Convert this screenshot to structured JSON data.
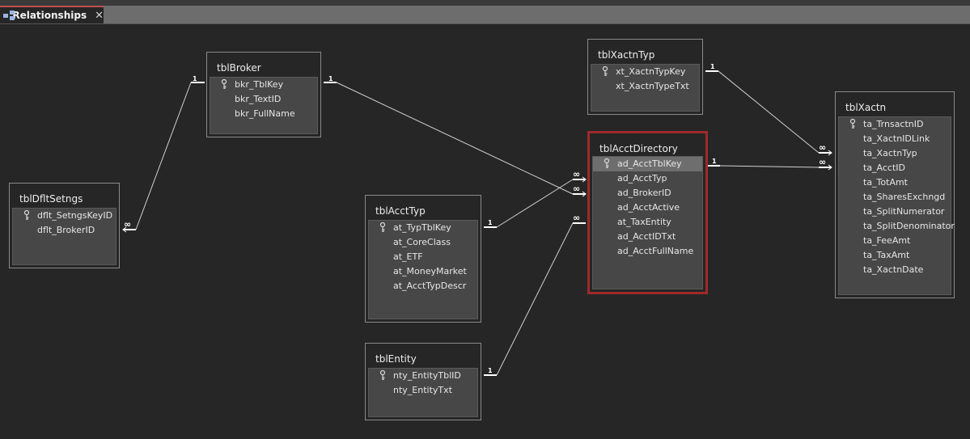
{
  "window": {
    "tab_label": "Relationships",
    "close_glyph": "✕",
    "tab_icon": "relationships-icon"
  },
  "tables": {
    "tblBroker": {
      "title": "tblBroker",
      "fields": [
        "bkr_TblKey",
        "bkr_TextID",
        "bkr_FullName"
      ]
    },
    "tblDfltSetngs": {
      "title": "tblDfltSetngs",
      "fields": [
        "dflt_SetngsKeyID",
        "dflt_BrokerID"
      ]
    },
    "tblAcctTyp": {
      "title": "tblAcctTyp",
      "fields": [
        "at_TypTblKey",
        "at_CoreClass",
        "at_ETF",
        "at_MoneyMarket",
        "at_AcctTypDescr"
      ]
    },
    "tblEntity": {
      "title": "tblEntity",
      "fields": [
        "nty_EntityTblID",
        "nty_EntityTxt"
      ]
    },
    "tblXactnTyp": {
      "title": "tblXactnTyp",
      "fields": [
        "xt_XactnTypKey",
        "xt_XactnTypeTxt"
      ]
    },
    "tblAcctDirectory": {
      "title": "tblAcctDirectory",
      "fields": [
        "ad_AcctTblKey",
        "ad_AcctTyp",
        "ad_BrokerID",
        "ad_AcctActive",
        "at_TaxEntity",
        "ad_AcctIDTxt",
        "ad_AcctFullName"
      ]
    },
    "tblXactn": {
      "title": "tblXactn",
      "fields": [
        "ta_TrnsactnID",
        "ta_XactnIDLink",
        "ta_XactnTyp",
        "ta_AcctID",
        "ta_TotAmt",
        "ta_SharesExchngd",
        "ta_SplitNumerator",
        "ta_SplitDenominator",
        "ta_FeeAmt",
        "ta_TaxAmt",
        "ta_XactnDate"
      ]
    }
  },
  "relationships": {
    "one_label": "1",
    "many_label": "∞"
  },
  "colors": {
    "selected_border": "#9e2a2a",
    "canvas": "#262626",
    "field_list": "#474747"
  }
}
